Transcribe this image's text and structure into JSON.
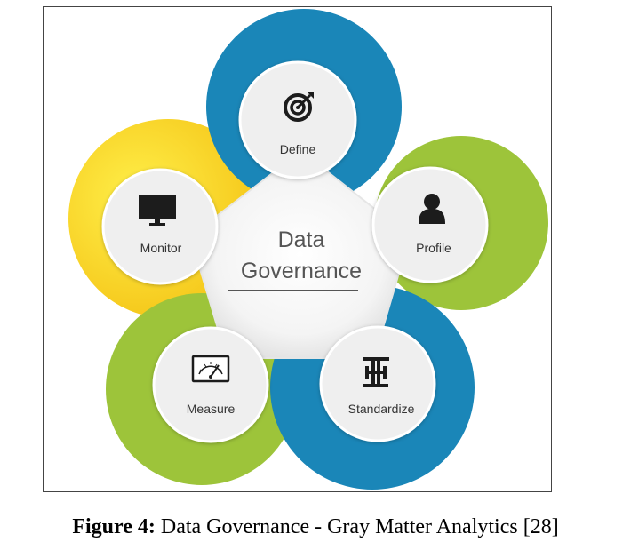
{
  "diagram": {
    "center_line1": "Data",
    "center_line2": "Governance",
    "nodes": [
      {
        "label": "Define",
        "icon": "target-icon",
        "ring_color": "#1a86b8"
      },
      {
        "label": "Profile",
        "icon": "person-icon",
        "ring_color": "#9dc43a"
      },
      {
        "label": "Standardize",
        "icon": "standardize-icon",
        "ring_color": "#1a86b8"
      },
      {
        "label": "Measure",
        "icon": "gauge-icon",
        "ring_color": "#9dc43a"
      },
      {
        "label": "Monitor",
        "icon": "monitor-icon",
        "ring_color": "#f6c915"
      }
    ]
  },
  "caption": {
    "label": "Figure 4:",
    "text": " Data Governance - Gray Matter Analytics [28]"
  }
}
